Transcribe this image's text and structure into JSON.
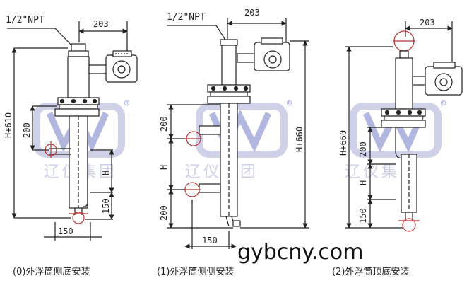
{
  "drawings": [
    {
      "caption": "(0)外浮筒侧底安装",
      "pipe_label": "1/2\"NPT",
      "dims": {
        "top": "203",
        "overall": "H+610",
        "upper": "200",
        "middle": "H",
        "lower": "150",
        "bottom": "150"
      }
    },
    {
      "caption": "(1)外浮筒侧侧安装",
      "pipe_label": "1/2\"NPT",
      "dims": {
        "top": "203",
        "overall": "H+660",
        "upper": "200",
        "middle": "H",
        "lower": "200",
        "bottom": "150"
      }
    },
    {
      "caption": "(2)外浮筒顶底安装",
      "dims": {
        "top": "203",
        "overall": "H+660",
        "upper": "200",
        "middle": "H",
        "lower": "150"
      }
    }
  ],
  "watermark": {
    "brand": "辽仪集团",
    "registered": "®"
  },
  "site_url": "gybcny.com",
  "colors": {
    "line": "#222222",
    "watermark": "#c9cde6",
    "watermark_dark": "#8a90c8"
  }
}
